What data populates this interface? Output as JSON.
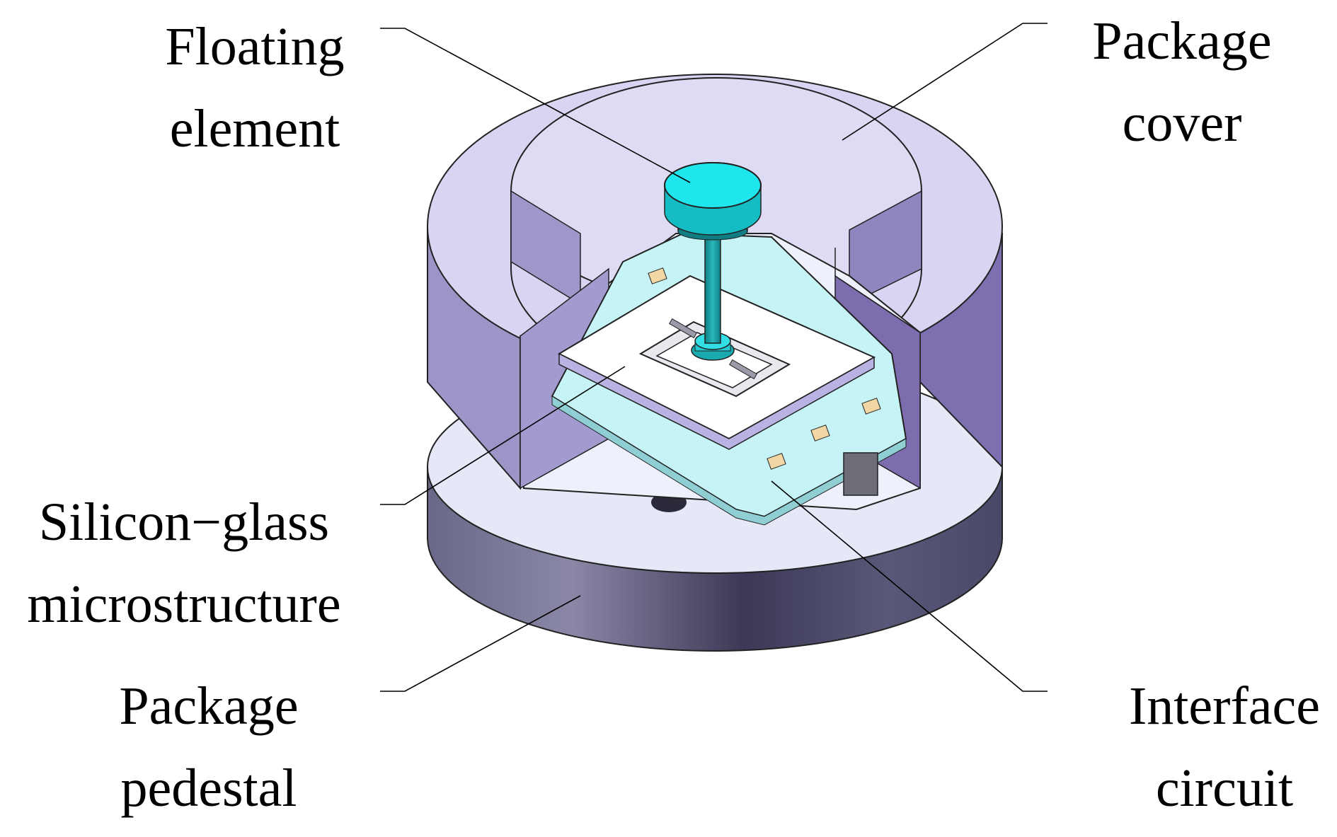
{
  "labels": {
    "floating_element": [
      "Floating",
      "element"
    ],
    "package_cover": [
      "Package",
      "cover"
    ],
    "silicon_glass": [
      "Silicon−glass",
      "microstructure"
    ],
    "package_pedestal": [
      "Package",
      "pedestal"
    ],
    "interface_circuit": [
      "Interface",
      "circuit"
    ]
  },
  "colors": {
    "cover_top": "#d8d6f2",
    "cover_side": "#8f88c0",
    "pedestal_side": "#4a4868",
    "pedestal_top": "#e8eaf8",
    "circuit_board": "#c8f4f6",
    "floating_disc": "#1fe0e8",
    "stem": "#1a9ea2",
    "chip_white": "#ffffff",
    "pad": "#f3d9a8",
    "leader_line": "#000000"
  }
}
